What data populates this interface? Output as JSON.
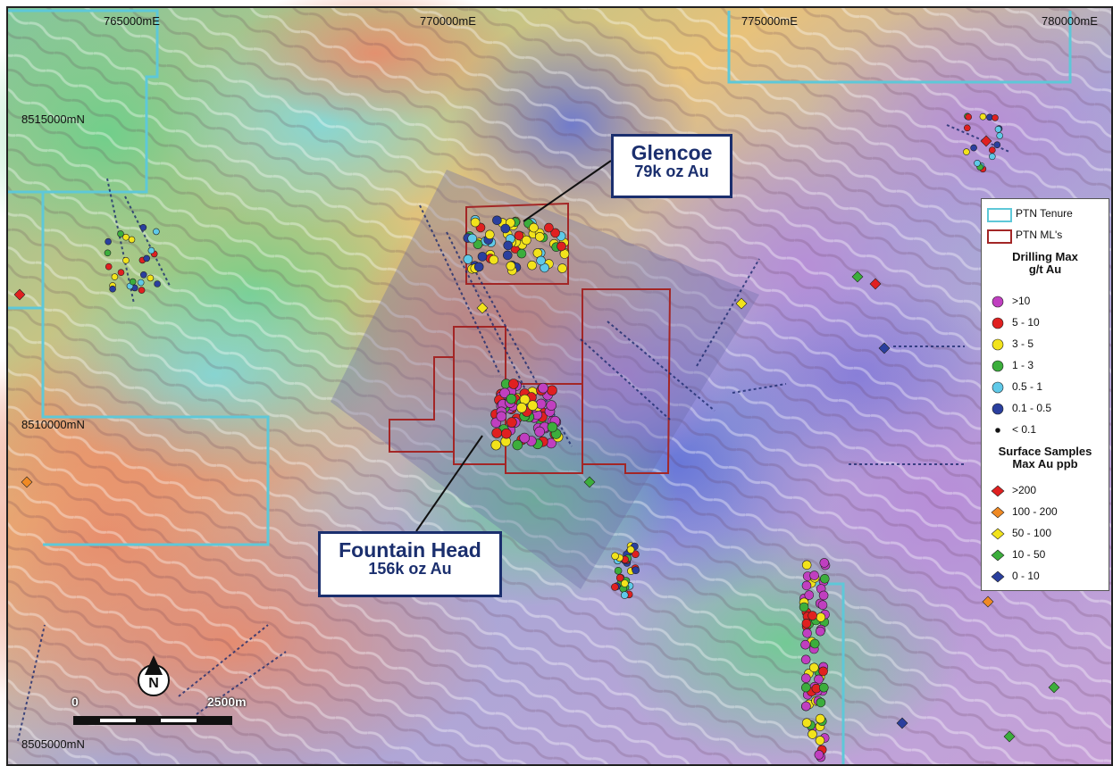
{
  "grid": {
    "easting_labels": [
      "765000mE",
      "770000mE",
      "775000mE",
      "780000mE"
    ],
    "northing_labels": [
      "8515000mN",
      "8510000mN",
      "8505000mN"
    ]
  },
  "callouts": {
    "glencoe": {
      "name": "Glencoe",
      "resource": "79k oz Au"
    },
    "fountain_head": {
      "name": "Fountain Head",
      "resource": "156k oz Au"
    }
  },
  "legend": {
    "tenure_label": "PTN Tenure",
    "ml_label": "PTN ML's",
    "drilling_title_1": "Drilling Max",
    "drilling_title_2": "g/t Au",
    "drilling": [
      {
        "label": ">10",
        "color": "#c03fc0"
      },
      {
        "label": "5 - 10",
        "color": "#e02020"
      },
      {
        "label": "3 - 5",
        "color": "#f2e31b"
      },
      {
        "label": "1 - 3",
        "color": "#3cae3c"
      },
      {
        "label": "0.5 - 1",
        "color": "#5fc9e8"
      },
      {
        "label": "0.1 - 0.5",
        "color": "#2a3f9e"
      },
      {
        "label": "< 0.1",
        "color": "#111111"
      }
    ],
    "surface_title_1": "Surface Samples",
    "surface_title_2": "Max Au ppb",
    "surface": [
      {
        "label": ">200",
        "color": "#e02020"
      },
      {
        "label": "100 - 200",
        "color": "#f08a24"
      },
      {
        "label": "50 - 100",
        "color": "#f2e31b"
      },
      {
        "label": "10 - 50",
        "color": "#3cae3c"
      },
      {
        "label": "0 - 10",
        "color": "#2a3f9e"
      }
    ]
  },
  "scale_bar": {
    "start_label": "0",
    "end_label": "2500m"
  },
  "north_arrow": {
    "label": "N"
  },
  "colors": {
    "tenure": "#5ec8d8",
    "ml": "#a32626",
    "callout": "#1b2f6e"
  }
}
